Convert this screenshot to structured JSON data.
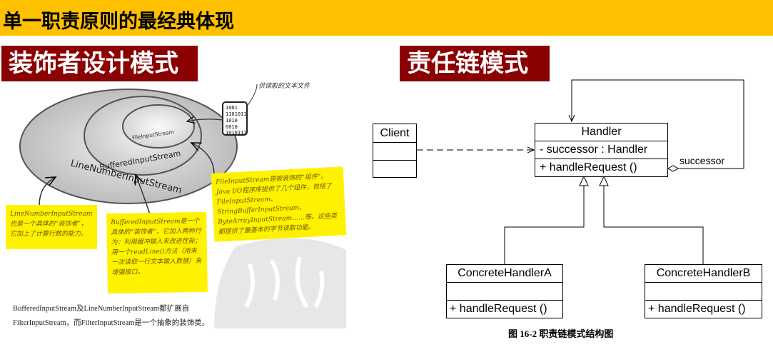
{
  "slide": {
    "title": "单一职责原则的最经典体现"
  },
  "left": {
    "badge": "装饰者设计模式",
    "rings": [
      "LineNumberInputStream",
      "BufferedInputStream",
      "FileInputStream"
    ],
    "file_label": "供读取的文本文件",
    "file_bits": [
      "1001",
      "1101011",
      "1010",
      "0010",
      "1010111"
    ],
    "notes": [
      "LineNumberInputStream也是一个具体的“装饰者”，它加上了计算行数的能力。",
      "BufferedInputStream是一个具体的“装饰者”，它加入两种行为：利用缓冲输入来改进性能；用一个readLine()方法（用来一次读取一行文本输入数据）来增强接口。",
      "FileInputStream是被装饰的“组件”。Java I/O程序库提供了几个组件，包括了FileInputStream、StringBufferInputStream、ByteArrayInputStream……等。这些类都提供了最基本的字节读取功能。"
    ],
    "caption": "BufferedInputStream及LineNumberInputStream都扩展自FilterInputStream，而FilterInputStream是一个抽象的装饰类。"
  },
  "right": {
    "badge": "责任链模式",
    "client": {
      "name": "Client"
    },
    "handler": {
      "name": "Handler",
      "attribute": "- successor : Handler",
      "operation": "+ handleRequest ()"
    },
    "successor_label": "successor",
    "concrete_a": {
      "name": "ConcreteHandlerA",
      "operation": "+ handleRequest ()"
    },
    "concrete_b": {
      "name": "ConcreteHandlerB",
      "operation": "+ handleRequest ()"
    },
    "figure_caption": "图 16-2  职责链模式结构图"
  }
}
